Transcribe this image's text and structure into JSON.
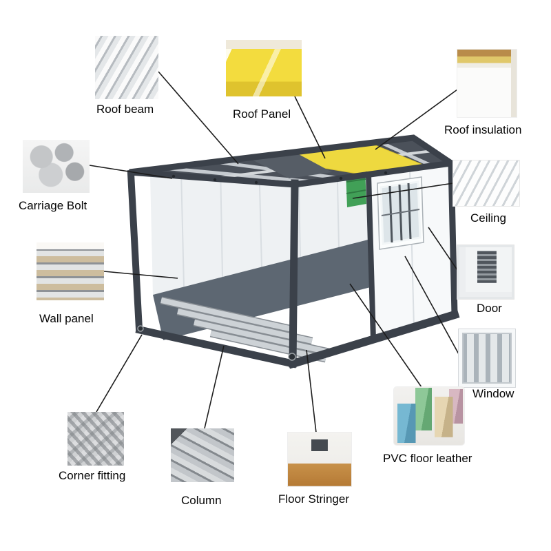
{
  "parts": [
    {
      "label": "Roof beam",
      "thumb": "roof-beam-photo"
    },
    {
      "label": "Roof Panel",
      "thumb": "roof-panel-photo"
    },
    {
      "label": "Roof insulation",
      "thumb": "roof-insulation-photo"
    },
    {
      "label": "Carriage Bolt",
      "thumb": "carriage-bolt-photo"
    },
    {
      "label": "Ceiling",
      "thumb": "ceiling-photo"
    },
    {
      "label": "Door",
      "thumb": "door-photo"
    },
    {
      "label": "Wall panel",
      "thumb": "wall-panel-photo"
    },
    {
      "label": "Window",
      "thumb": "window-photo"
    },
    {
      "label": "Corner fitting",
      "thumb": "corner-fitting-photo"
    },
    {
      "label": "Column",
      "thumb": "column-photo"
    },
    {
      "label": "Floor Stringer",
      "thumb": "floor-stringer-photo"
    },
    {
      "label": "PVC floor leather",
      "thumb": "pvc-floor-leather-photo"
    }
  ],
  "colors": {
    "frame": "#3b414a",
    "roof_panel": "#eed93f",
    "floor": "#5d6772",
    "beam": "#c6cbd0",
    "leader": "#1c1c1c"
  }
}
